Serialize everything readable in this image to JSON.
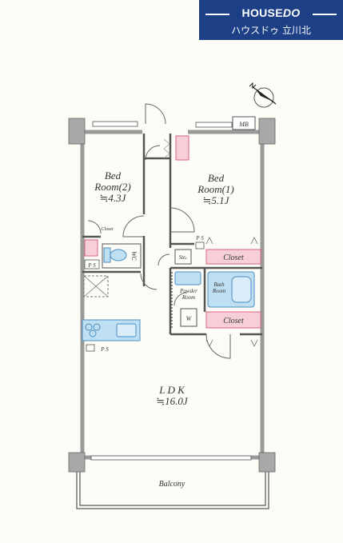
{
  "brand": {
    "name_prefix": "HOUSE",
    "name_suffix": "DO",
    "branch": "ハウスドゥ 立川北",
    "color": "#1d3f86"
  },
  "rooms": {
    "bedroom2": {
      "name_line1": "Bed",
      "name_line2": "Room(2)",
      "size": "≒4.3J"
    },
    "bedroom1": {
      "name_line1": "Bed",
      "name_line2": "Room(1)",
      "size": "≒5.1J"
    },
    "ldk": {
      "name": "L D K",
      "size": "≒16.0J"
    },
    "balcony": "Balcony",
    "closet_small": "Closet",
    "closet1": "Closet",
    "closet2": "Closet",
    "wc": "WC",
    "storage": "Sto.",
    "powder_line1": "Powder",
    "powder_line2": "Room",
    "bath_line1": "Bath",
    "bath_line2": "Room",
    "washer": "W",
    "meter_box": "MB",
    "ps_top": "P S",
    "ps_left": "P S",
    "ps_kitchen": "P S"
  },
  "colors": {
    "closet_fill": "#f7cfd9",
    "closet_border": "#d9637e",
    "fixture_fill": "#bfe0f2",
    "fixture_stroke": "#4a8ec4",
    "wall": "#9a9a9a"
  },
  "icons": {
    "north": "north-arrow-icon"
  }
}
